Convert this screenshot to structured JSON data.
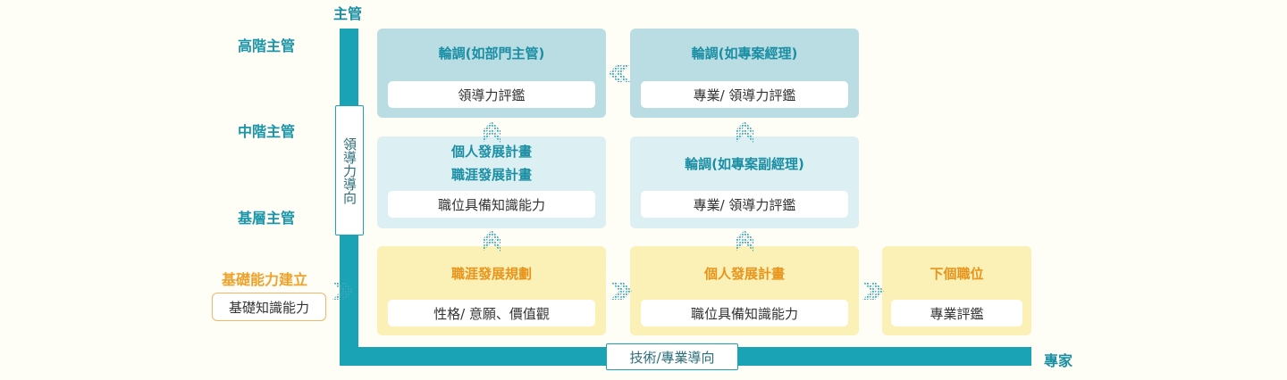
{
  "axes": {
    "vertical_top": "主管",
    "horizontal_end": "專家",
    "vertical_label": "領導力導向",
    "horizontal_label": "技術/專業導向"
  },
  "levels": {
    "senior": "高階主管",
    "middle": "中階主管",
    "junior": "基層主管",
    "foundation": "基礎能力建立",
    "foundation_pill": "基礎知識能力"
  },
  "boxes": {
    "r1c1": {
      "title": "輪調(如部門主管)",
      "pill": "領導力評鑑"
    },
    "r1c2": {
      "title": "輪調(如專案經理)",
      "pill": "專業/ 領導力評鑑"
    },
    "r2c1": {
      "title_line1": "個人發展計畫",
      "title_line2": "職涯發展計畫",
      "pill": "職位具備知識能力"
    },
    "r2c2": {
      "title": "輪調(如專案副經理)",
      "pill": "專業/ 領導力評鑑"
    },
    "r3c1": {
      "title": "職涯發展規劃",
      "pill": "性格/ 意願、價值觀"
    },
    "r3c2": {
      "title": "個人發展計畫",
      "pill": "職位具備知識能力"
    },
    "r3c3": {
      "title": "下個職位",
      "pill": "專業評鑑"
    }
  },
  "colors": {
    "teal": "#1aa3b4",
    "blue_box": "#b9dde3",
    "lightblue_box": "#dceff2",
    "yellow_box": "#fbf0b6",
    "orange": "#f0a12a"
  }
}
